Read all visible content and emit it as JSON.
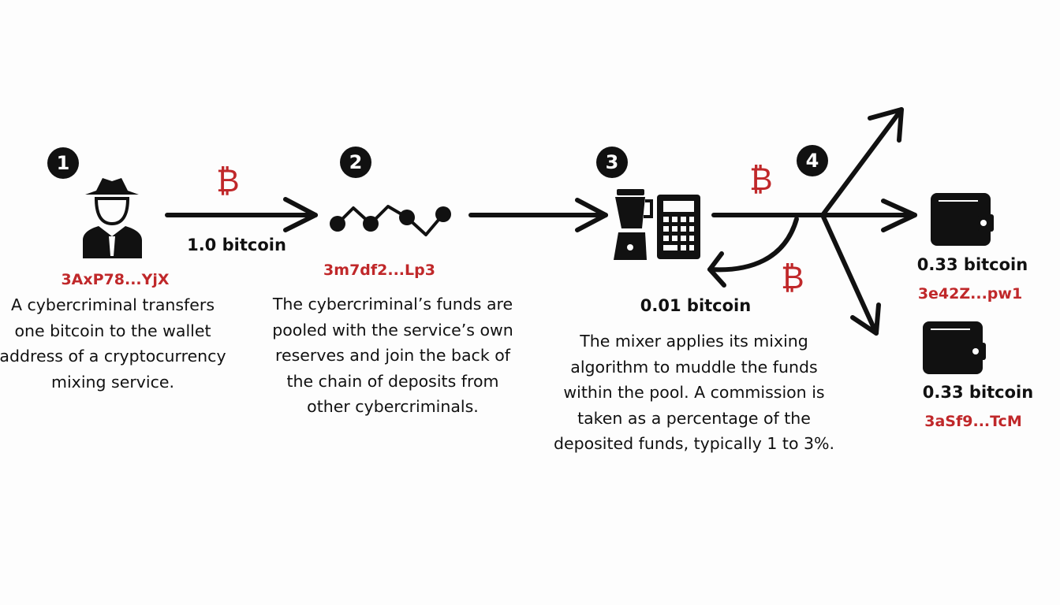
{
  "steps": [
    {
      "number": "1",
      "address": "3AxP78...YjX",
      "description": [
        "A cybercriminal transfers",
        "one bitcoin to the wallet",
        "address of a cryptocurrency",
        "mixing service."
      ]
    },
    {
      "number": "2",
      "address": "3m7df2...Lp3",
      "description": [
        "The cybercriminal’s funds are",
        "pooled with the service’s own",
        "reserves and join the back of",
        "the chain of deposits from",
        "other cybercriminals."
      ]
    },
    {
      "number": "3",
      "description": [
        "The mixer applies its mixing",
        "algorithm to muddle the funds",
        "within the pool. A commission is",
        "taken as a percentage of the",
        "deposited funds, typically 1 to 3%."
      ]
    },
    {
      "number": "4"
    }
  ],
  "transfer_amount": "1.0 bitcoin",
  "commission_amount": "0.01 bitcoin",
  "bitcoin_symbol": "₿",
  "outputs": [
    {
      "amount": "0.33 bitcoin",
      "address": "3e42Z...pw1"
    },
    {
      "amount": "0.33 bitcoin",
      "address": "3aSf9...TcM"
    }
  ],
  "colors": {
    "accent": "#c0282a",
    "ink": "#111111"
  },
  "icons": [
    "spy-icon",
    "blockchain-icon",
    "blender-icon",
    "calculator-icon",
    "wallet-icon",
    "bitcoin-icon"
  ]
}
